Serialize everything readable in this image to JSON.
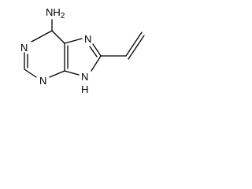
{
  "molecule": {
    "atoms": {
      "amine": {
        "text": "NH",
        "sub": "2"
      },
      "n1": "N",
      "n3": "N",
      "n7": "N",
      "n9": "N",
      "n9_h": "H"
    }
  }
}
